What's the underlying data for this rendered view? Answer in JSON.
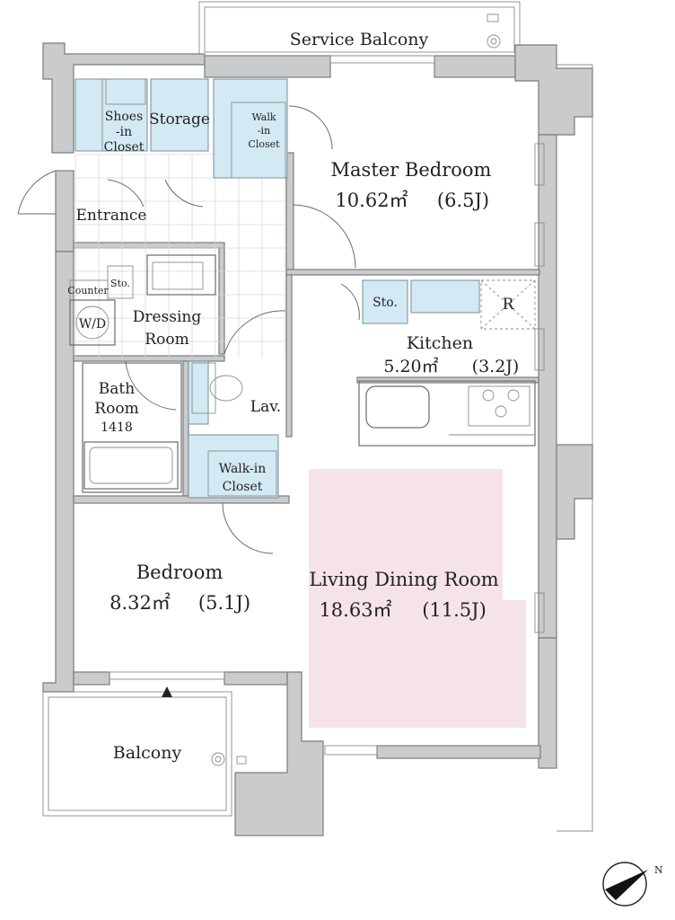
{
  "rooms": {
    "service_balcony": "Service Balcony",
    "shoes_closet": [
      "Shoes",
      "-in",
      "Closet"
    ],
    "storage": "Storage",
    "walkin_closet_master": [
      "Walk",
      "-in",
      "Closet"
    ],
    "master_bedroom": {
      "name": "Master Bedroom",
      "area": "10.62㎡",
      "jo": "(6.5J)"
    },
    "entrance": "Entrance",
    "counter": "Counter",
    "sto_dressing": "Sto.",
    "wd": "W/D",
    "dressing_room": [
      "Dressing",
      "Room"
    ],
    "sto_kitchen": "Sto.",
    "fridge": "R",
    "kitchen": {
      "name": "Kitchen",
      "area": "5.20㎡",
      "jo": "(3.2J)"
    },
    "bath_room": [
      "Bath",
      "Room",
      "1418"
    ],
    "lav": "Lav.",
    "walkin_closet_bedroom": [
      "Walk-in",
      "Closet"
    ],
    "bedroom": {
      "name": "Bedroom",
      "area": "8.32㎡",
      "jo": "(5.1J)"
    },
    "living_dining": {
      "name": "Living Dining Room",
      "area": "18.63㎡",
      "jo": "(11.5J)"
    },
    "balcony": "Balcony"
  },
  "compass": {
    "north_label": "N"
  },
  "colors": {
    "wall": "#c9cbcd",
    "closet": "#d3e9f4",
    "living_dining_highlight": "#f6e3ea"
  }
}
